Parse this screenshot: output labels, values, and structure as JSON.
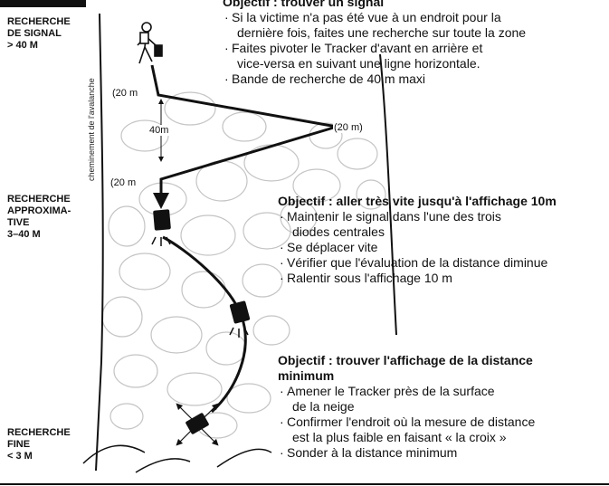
{
  "phases": [
    {
      "lines": [
        "RECHERCHE",
        "DE SIGNAL",
        "> 40 M"
      ]
    },
    {
      "lines": [
        "RECHERCHE",
        "APPROXIMA-",
        "TIVE",
        "3–40 M"
      ]
    },
    {
      "lines": [
        "RECHERCHE",
        "FINE",
        "< 3 M"
      ]
    }
  ],
  "side_label": "cheminement de l'avalanche",
  "dimensions": {
    "top_left": "(20 m",
    "mid": "40m",
    "right": "(20 m)",
    "lower_left": "(20 m"
  },
  "blocks": [
    {
      "title": "Objectif : trouver un signal",
      "items": [
        [
          "Si la victime n'a pas été vue à un endroit pour la",
          "dernière fois, faites une recherche sur toute la zone"
        ],
        [
          "Faites pivoter le Tracker d'avant en arrière et",
          "vice-versa en suivant une ligne horizontale."
        ],
        [
          "Bande de recherche de 40 m maxi"
        ]
      ]
    },
    {
      "title": "Objectif : aller très vite jusqu'à l'affichage 10m",
      "items": [
        [
          "Maintenir le signal dans l'une des trois",
          "diodes centrales"
        ],
        [
          "Se déplacer vite"
        ],
        [
          "Vérifier que l'évaluation de la distance diminue"
        ],
        [
          "Ralentir sous l'affichage 10 m"
        ]
      ]
    },
    {
      "title": "Objectif : trouver l'affichage de la distance",
      "title2": "minimum",
      "items": [
        [
          "Amener le Tracker près de la surface",
          "de la neige"
        ],
        [
          "Confirmer l'endroit où la mesure de distance",
          "est la plus faible en faisant « la croix »"
        ],
        [
          "Sonder à la distance minimum"
        ]
      ]
    }
  ]
}
